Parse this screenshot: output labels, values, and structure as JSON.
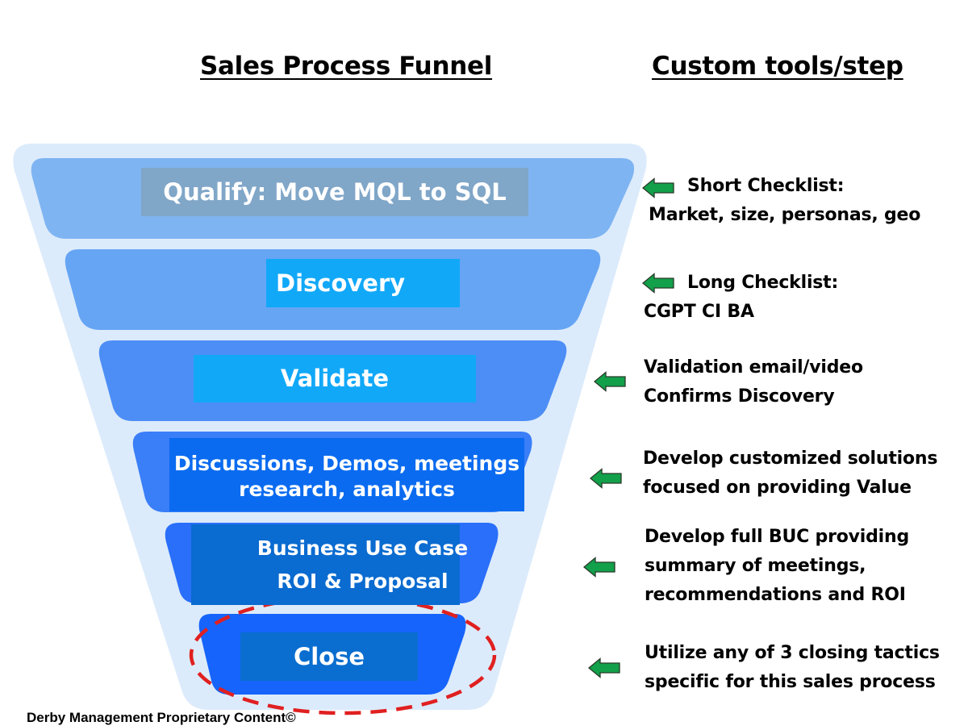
{
  "headings": {
    "funnel": "Sales Process Funnel",
    "tools": "Custom tools/step"
  },
  "stages": [
    {
      "lines": [
        "Qualify: Move  MQL to SQL"
      ]
    },
    {
      "lines": [
        "Discovery"
      ]
    },
    {
      "lines": [
        "Validate"
      ]
    },
    {
      "lines": [
        "Discussions, Demos, meetings",
        "research, analytics"
      ]
    },
    {
      "lines": [
        "Business Use Case",
        "ROI & Proposal"
      ]
    },
    {
      "lines": [
        "Close"
      ]
    }
  ],
  "tools": [
    {
      "lines": [
        "Short Checklist:",
        "Market, size, personas, geo"
      ]
    },
    {
      "lines": [
        "Long Checklist:",
        "CGPT CI BA"
      ]
    },
    {
      "lines": [
        "Validation email/video",
        "Confirms Discovery"
      ]
    },
    {
      "lines": [
        "Develop customized solutions",
        "focused on providing Value"
      ]
    },
    {
      "lines": [
        "Develop full BUC providing",
        "summary of meetings,",
        "recommendations and ROI"
      ]
    },
    {
      "lines": [
        "Utilize any of 3 closing tactics",
        "specific for this sales process"
      ]
    }
  ],
  "footer": "Derby Management Proprietary Content©",
  "colors": {
    "funnel_background": "#dcebfb",
    "band_qualify": "#7fb4f2",
    "band_discovery": "#66a5f4",
    "band_validate": "#4d8ef6",
    "band_discussions": "#3a7ef8",
    "band_business": "#2a6ffa",
    "band_close": "#1664fb",
    "arrow_fill": "#12a04a",
    "highlight_ring": "#e02020"
  },
  "icons": {
    "arrow": "left-arrow-icon",
    "highlight": "dashed-ellipse"
  }
}
